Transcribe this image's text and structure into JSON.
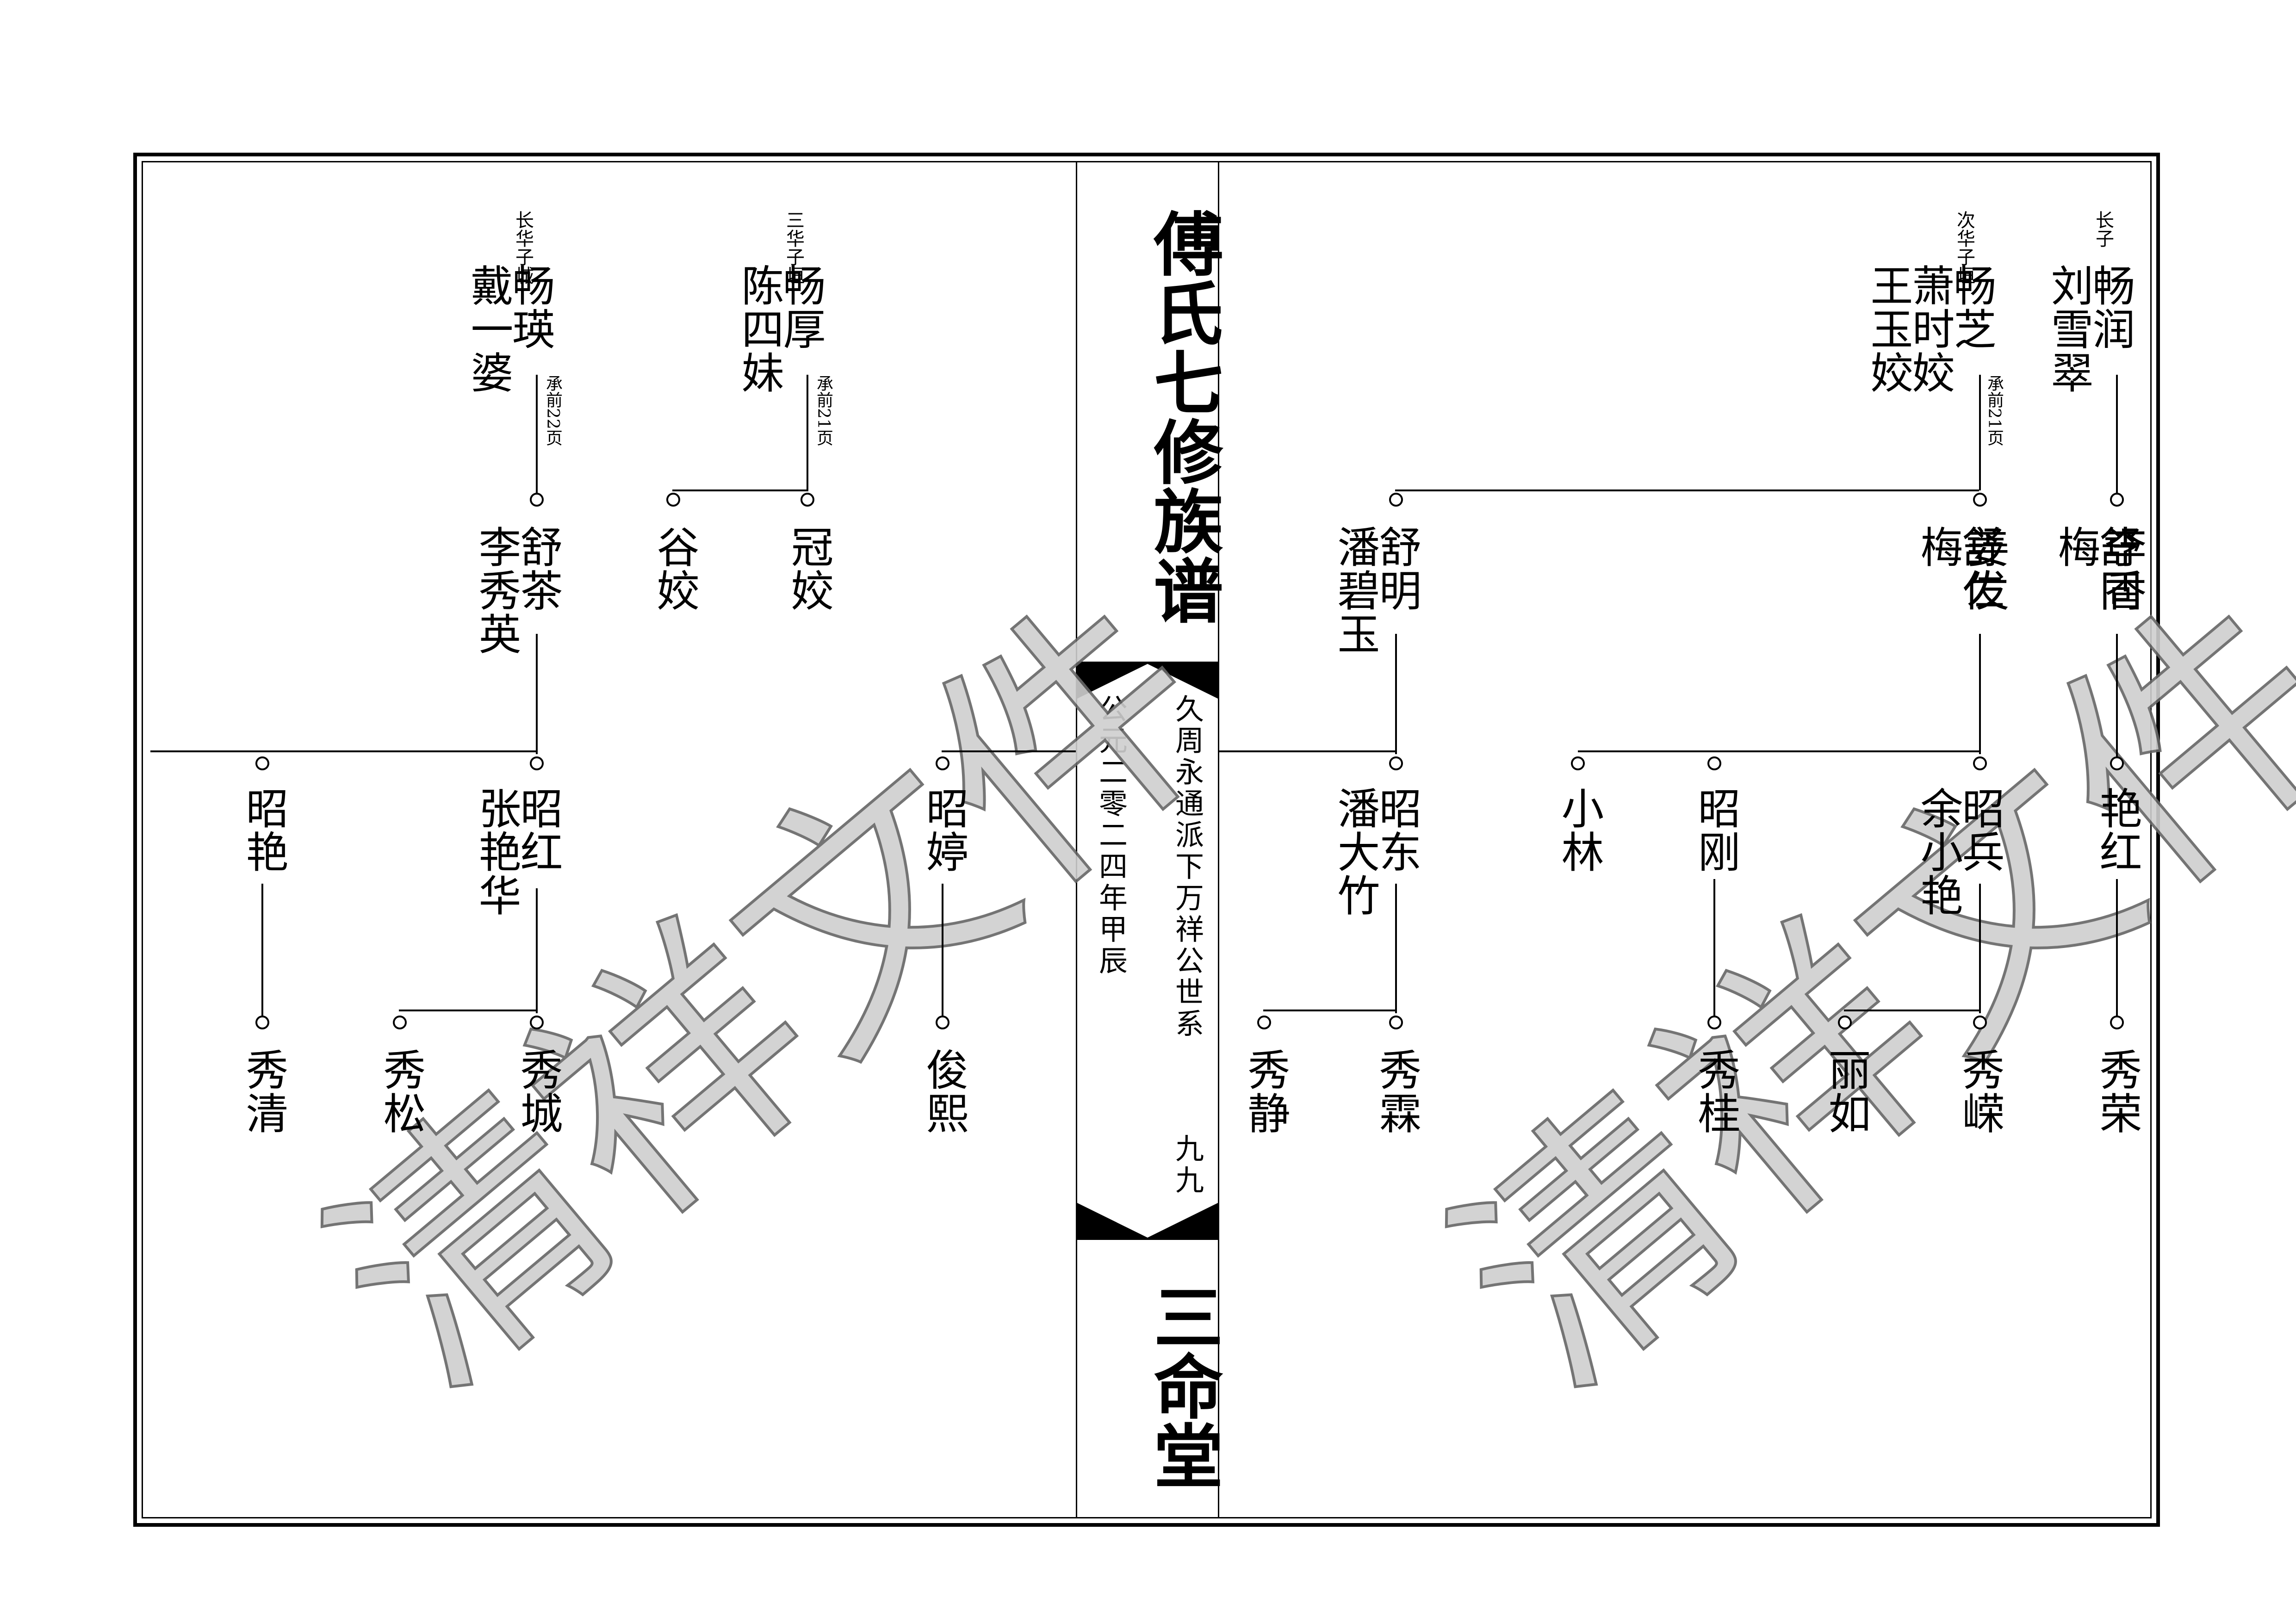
{
  "spine": {
    "title_top": "傅氏七修族谱",
    "line_right": "久周永通派下万祥公世系",
    "line_left": "公元二零二四年甲辰",
    "page_number": "九九",
    "title_bottom": "三命堂"
  },
  "watermark": {
    "left": "清祥文件",
    "right": "清祥文件"
  },
  "right": {
    "g1": [
      {
        "role": "长子",
        "name": "畅润",
        "spouse": "刘雪翠"
      },
      {
        "role": "次华子垣",
        "name": "畅芝",
        "spouses": [
          "萧时姣",
          "王玉姣"
        ],
        "note": "承前21页"
      }
    ],
    "g2": [
      {
        "name": "舒同",
        "spouse": "李香梅"
      },
      {
        "name": "舒仁",
        "spouse": "姜发梅"
      },
      {
        "name": "舒明",
        "spouse": "潘碧玉"
      }
    ],
    "g3": [
      {
        "name": "艳红"
      },
      {
        "name": "昭兵",
        "spouse": "余小艳"
      },
      {
        "name": "昭刚"
      },
      {
        "name": "小林"
      },
      {
        "name": "昭东",
        "spouse": "潘大竹"
      }
    ],
    "g4": [
      "秀荣",
      "秀嵘",
      "丽如",
      "秀桂",
      "秀霖",
      "秀静"
    ]
  },
  "left": {
    "g1": [
      {
        "role": "三华子垣",
        "name": "畅厚",
        "spouse": "陈四妹",
        "note": "承前21页"
      },
      {
        "role": "长华子城",
        "name": "畅瑛",
        "spouse": "戴一婆",
        "note": "承前22页"
      }
    ],
    "g2": [
      {
        "name": "冠姣"
      },
      {
        "name": "谷姣"
      },
      {
        "name": "舒茶",
        "spouse": "李秀英"
      }
    ],
    "g3": [
      {
        "name": "昭婷"
      },
      {
        "name": "昭红",
        "spouse": "张艳华"
      },
      {
        "name": "昭艳"
      }
    ],
    "g4": [
      "俊熙",
      "秀城",
      "秀松",
      "秀清"
    ]
  }
}
